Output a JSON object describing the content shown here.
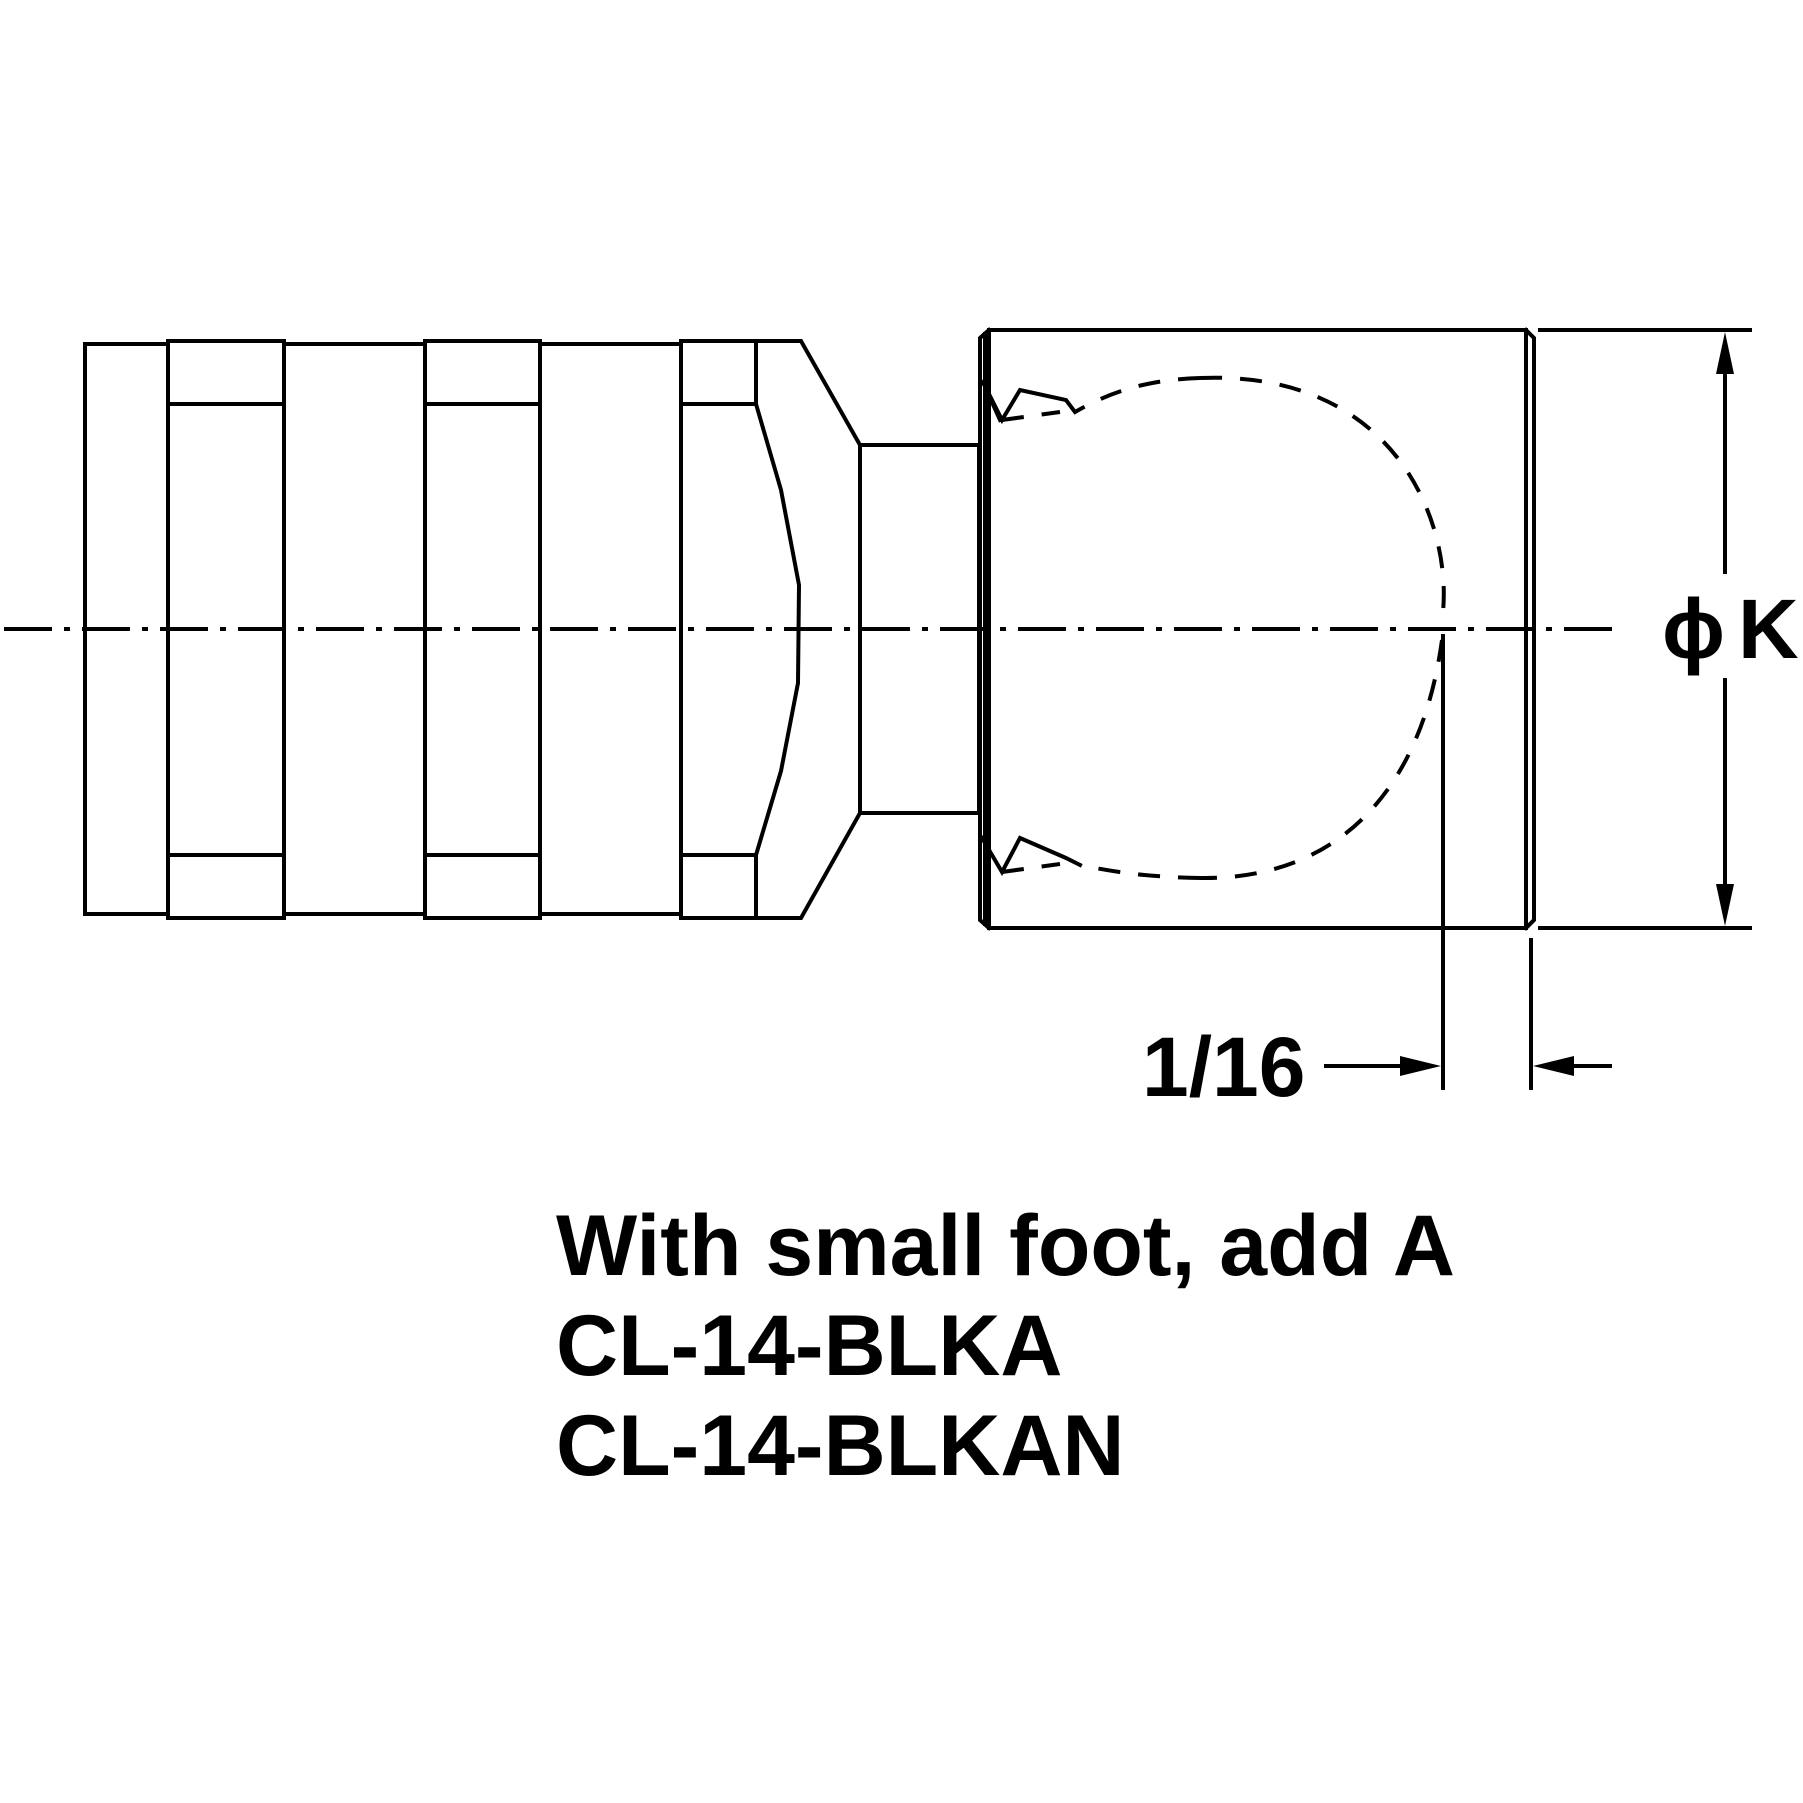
{
  "dimensions": {
    "diameter_symbol": "ϕ",
    "diameter_label": "K",
    "offset_label": "1/16"
  },
  "notes": {
    "line1": "With small foot, add A",
    "line2": "CL-14-BLKA",
    "line3": "CL-14-BLKAN"
  }
}
